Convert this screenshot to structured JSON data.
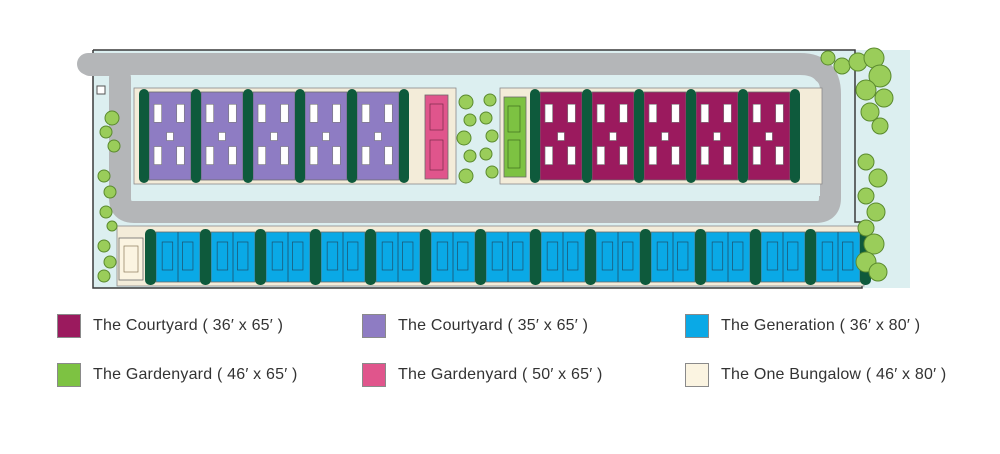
{
  "colors": {
    "courtyard_36": "#9b1a5e",
    "courtyard_35": "#8e7cc3",
    "generation": "#0aa9e6",
    "gardenyard_46": "#7dc242",
    "gardenyard_50": "#e0558c",
    "one_bungalow": "#fbf4e1",
    "hedge": "#0e5a3c",
    "lawn": "#dceff0",
    "road": "#b4b6b8",
    "tree": "#9acd5a"
  },
  "site": {
    "north_row": {
      "left_block": {
        "home_type": "courtyard_35",
        "units": 5,
        "end_unit": "gardenyard_50"
      },
      "right_block": {
        "home_type": "courtyard_36",
        "units": 5,
        "end_unit": "gardenyard_46"
      }
    },
    "south_row": {
      "home_type": "generation",
      "units": 13,
      "end_unit": "one_bungalow"
    }
  },
  "legend": [
    {
      "label": "The Courtyard ( 36′ x 65′ )",
      "color": "#9b1a5e"
    },
    {
      "label": "The Courtyard ( 35′ x 65′ )",
      "color": "#8e7cc3"
    },
    {
      "label": "The Generation ( 36′ x 80′ )",
      "color": "#0aa9e6"
    },
    {
      "label": "The Gardenyard ( 46′ x 65′ )",
      "color": "#7dc242"
    },
    {
      "label": "The Gardenyard ( 50′ x 65′ )",
      "color": "#e0558c"
    },
    {
      "label": "The One Bungalow ( 46′ x 80′ )",
      "color": "#fbf4e1"
    }
  ]
}
